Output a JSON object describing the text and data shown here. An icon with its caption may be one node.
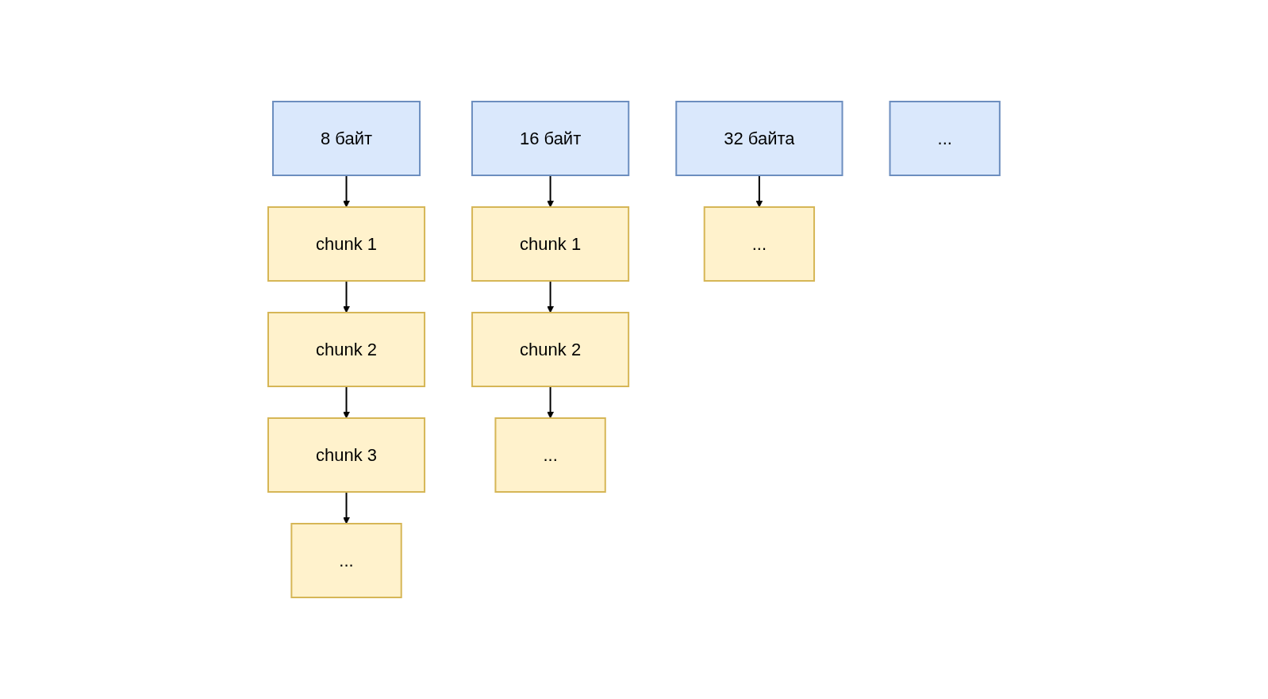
{
  "diagram": {
    "nodes": [
      {
        "text": [
          "8 байт"
        ]
      },
      {
        "text": [
          "chunk 1"
        ]
      },
      {
        "text": [
          "chunk 2"
        ]
      },
      {
        "text": [
          "chunk 3"
        ]
      },
      {
        "text": [
          "..."
        ]
      },
      {
        "text": [
          "16 байт"
        ]
      },
      {
        "text": [
          "chunk 1"
        ]
      },
      {
        "text": [
          "chunk 2"
        ]
      },
      {
        "text": [
          "..."
        ]
      },
      {
        "text": [
          "32 байта"
        ]
      },
      {
        "text": [
          "..."
        ]
      },
      {
        "text": [
          "..."
        ]
      }
    ],
    "edges": [
      {
        "from": 0,
        "to": 1,
        "arrow": "to"
      },
      {
        "from": 1,
        "to": 2,
        "arrow": "to"
      },
      {
        "from": 2,
        "to": 3,
        "arrow": "to"
      },
      {
        "from": 3,
        "to": 4,
        "arrow": "to"
      },
      {
        "from": 5,
        "to": 6,
        "arrow": "to"
      },
      {
        "from": 6,
        "to": 7,
        "arrow": "to"
      },
      {
        "from": 7,
        "to": 8,
        "arrow": "to"
      },
      {
        "from": 9,
        "to": 10,
        "arrow": "to"
      }
    ]
  }
}
